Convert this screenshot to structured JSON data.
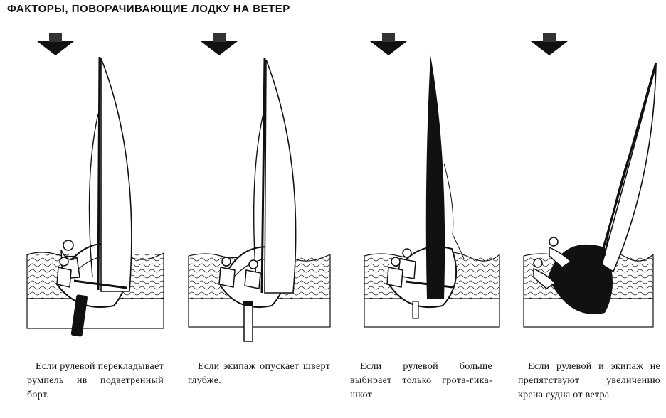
{
  "title": "ФАКТОРЫ, ПОВОРАЧИВАЮЩИЕ ЛОДКУ НА ВЕТЕР",
  "panels": [
    {
      "caption": "Если рулевой перекладывает румпель нв подветренный борт."
    },
    {
      "caption": "Если экипаж опускает шверт глубже."
    },
    {
      "caption": "Если рулевой больше выбнрает только грота-гика-шкот"
    },
    {
      "caption": "Если рулевой и экипаж не препятствуют увеличению крена судна от ветра"
    }
  ],
  "icons": [
    "wind-arrow-icon",
    "sailboat-illustration"
  ]
}
